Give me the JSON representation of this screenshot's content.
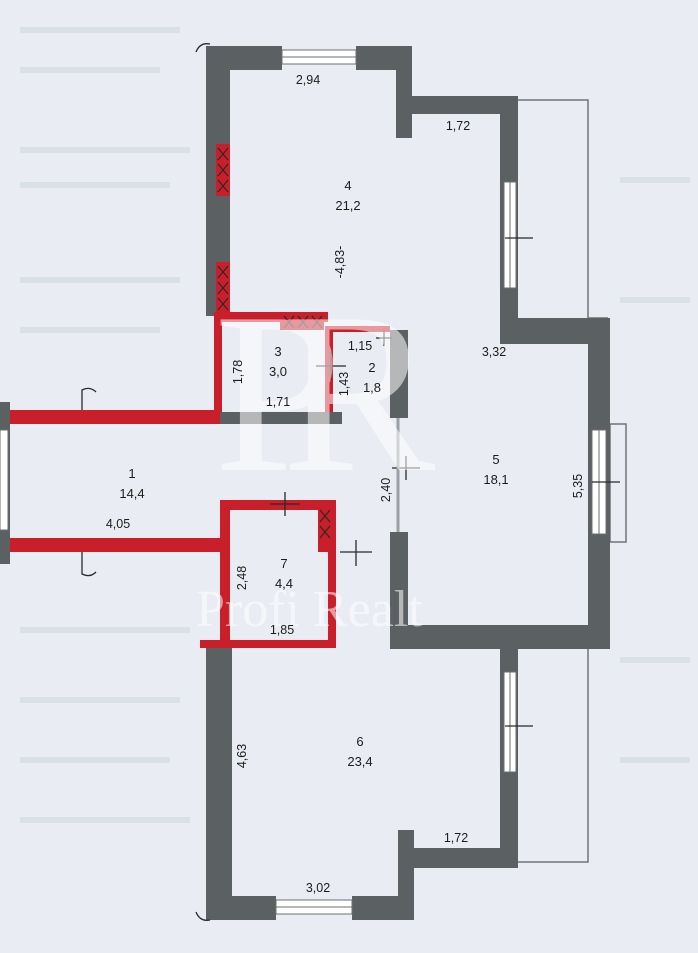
{
  "rooms": [
    {
      "number": "1",
      "area": "14,4"
    },
    {
      "number": "2",
      "area": "1,8"
    },
    {
      "number": "3",
      "area": "3,0"
    },
    {
      "number": "4",
      "area": "21,2"
    },
    {
      "number": "5",
      "area": "18,1"
    },
    {
      "number": "6",
      "area": "23,4"
    },
    {
      "number": "7",
      "area": "4,4"
    }
  ],
  "dimensions": {
    "room4_top_window": "2,94",
    "room4_bay": "1,72",
    "room4_length": "-4,83-",
    "room5_width": "3,32",
    "room5_length": "5,35",
    "room5_door": "2,40",
    "room3_height": "1,78",
    "room3_width": "1,71",
    "room2_width": "1,15",
    "room2_height": "1,43",
    "room1_width": "4,05",
    "room7_height": "2,48",
    "room7_width": "1,85",
    "room6_length": "4,63",
    "room6_bay": "1,72",
    "room6_bottom_window": "3,02"
  },
  "watermark": {
    "logo": "PR",
    "text": "Profi Realt"
  },
  "colors": {
    "wall": "#5b6062",
    "partition": "#c81f2a",
    "background": "#e9edf3"
  }
}
